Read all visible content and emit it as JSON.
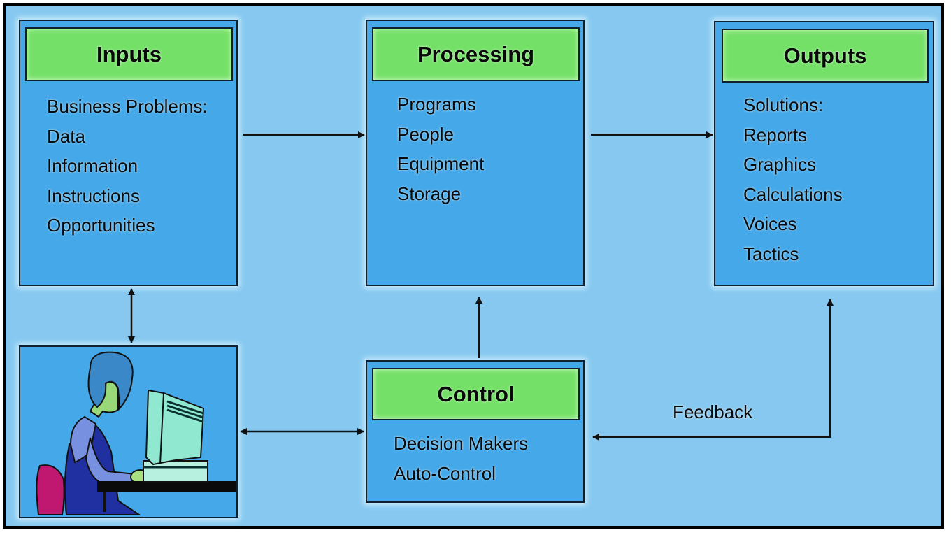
{
  "diagram": {
    "inputs": {
      "title": "Inputs",
      "items": [
        "Business Problems:",
        "Data",
        "Information",
        "Instructions",
        "Opportunities"
      ]
    },
    "processing": {
      "title": "Processing",
      "items": [
        "Programs",
        "People",
        "Equipment",
        "Storage"
      ]
    },
    "outputs": {
      "title": "Outputs",
      "items": [
        "Solutions:",
        "Reports",
        "Graphics",
        "Calculations",
        "Voices",
        "Tactics"
      ]
    },
    "control": {
      "title": "Control",
      "items": [
        "Decision Makers",
        "Auto-Control"
      ]
    },
    "feedback_label": "Feedback",
    "user_image": "person-at-computer-illustration",
    "colors": {
      "background": "#86c8f0",
      "box": "#45a8e8",
      "header": "#74e068"
    }
  }
}
